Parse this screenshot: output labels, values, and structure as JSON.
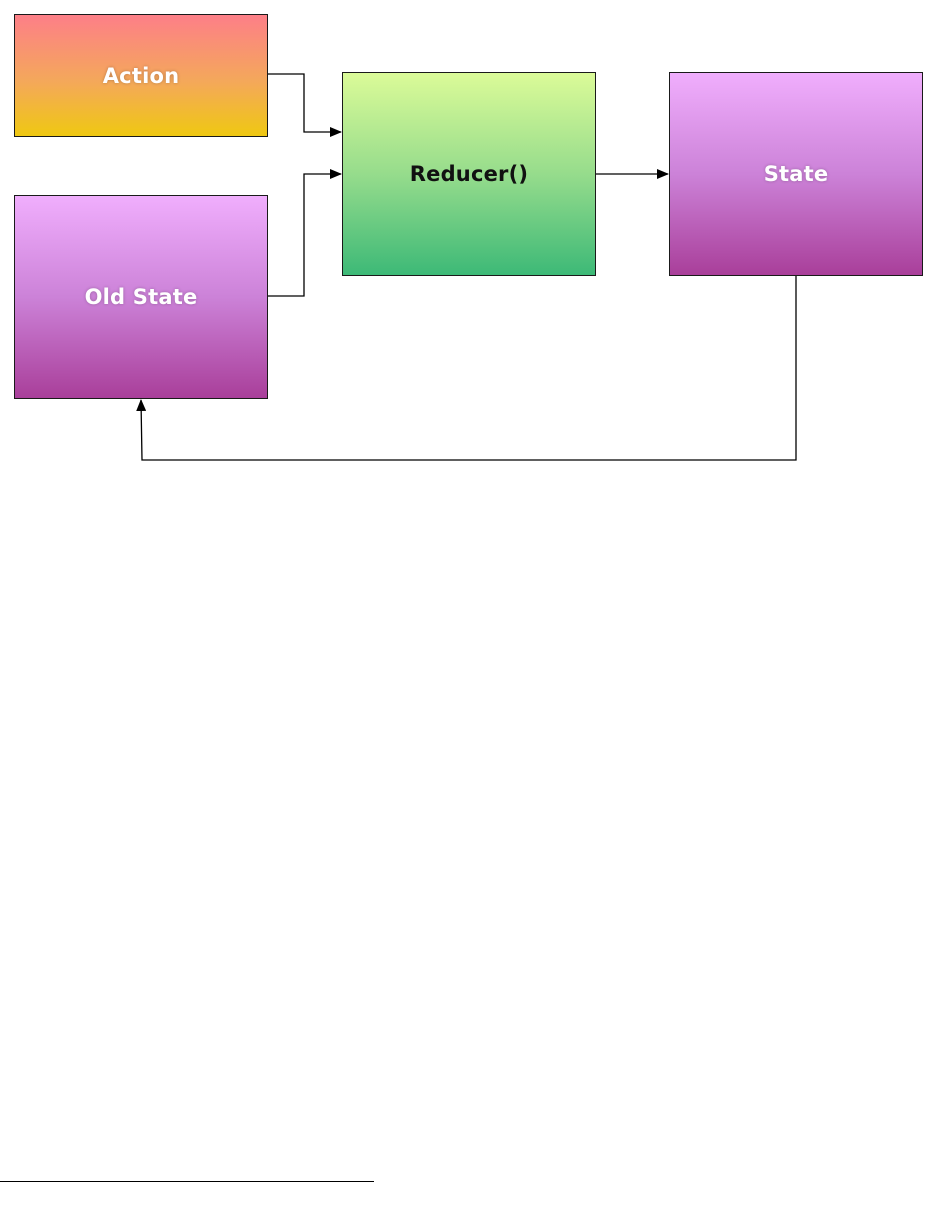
{
  "diagram": {
    "nodes": {
      "action": {
        "label": "Action"
      },
      "old_state": {
        "label": "Old State"
      },
      "reducer": {
        "label": "Reducer()"
      },
      "state": {
        "label": "State"
      }
    },
    "edges": [
      {
        "from": "Action",
        "to": "Reducer()"
      },
      {
        "from": "Old State",
        "to": "Reducer()"
      },
      {
        "from": "Reducer()",
        "to": "State"
      },
      {
        "from": "State",
        "to": "Old State"
      }
    ]
  }
}
